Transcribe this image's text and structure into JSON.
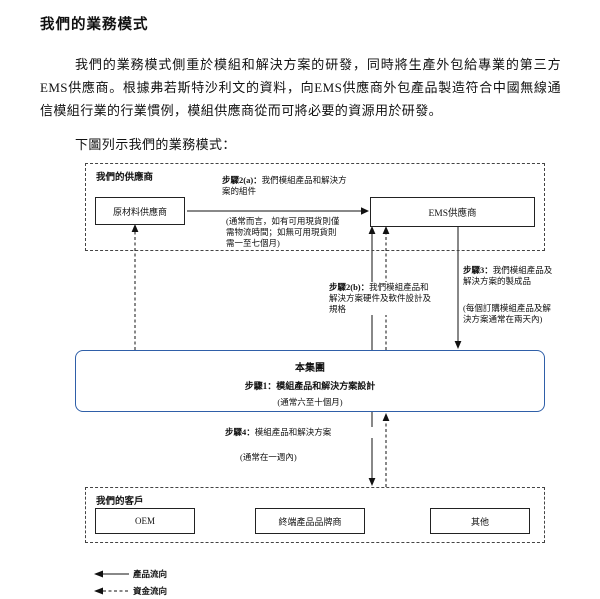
{
  "page": {
    "title": "我們的業務模式",
    "paragraph": "我們的業務模式側重於模組和解決方案的研發，同時將生產外包給專業的第三方EMS供應商。根據弗若斯特沙利文的資料，向EMS供應商外包產品製造符合中國無線通信模組行業的行業慣例，模組供應商從而可將必要的資源用於研發。",
    "intro": "下圖列示我們的業務模式："
  },
  "diagram": {
    "suppliers": {
      "label": "我們的供應商",
      "raw_materials": "原材料供應商",
      "ems": "EMS供應商"
    },
    "group": {
      "label": "本集團"
    },
    "steps": {
      "step1": {
        "label": "步驟1：",
        "text": "模組產品和解決方案設計",
        "note": "(通常六至十個月)"
      },
      "step2a": {
        "label": "步驟2(a)：",
        "text": "我們模組產品和解決方案的組件",
        "note": "(通常而言，如有可用現貨則僅需物流時間；如無可用現貨則需一至七個月)"
      },
      "step2b": {
        "label": "步驟2(b)：",
        "text": "我們模組產品和解決方案硬件及軟件設計及規格"
      },
      "step3": {
        "label": "步驟3：",
        "text": "我們模組產品及解決方案的製成品",
        "note": "(每個訂購模組產品及解決方案通常在兩天內)"
      },
      "step4": {
        "label": "步驟4：",
        "text": "模組產品和解決方案",
        "note": "(通常在一週內)"
      }
    },
    "customers": {
      "label": "我們的客戶",
      "items": [
        "OEM",
        "終端產品品牌商",
        "其他"
      ]
    },
    "legend": {
      "product_flow": "產品流向",
      "capital_flow": "資金流向"
    },
    "colors": {
      "group_border": "#2f5fa8",
      "line": "#111111"
    }
  }
}
